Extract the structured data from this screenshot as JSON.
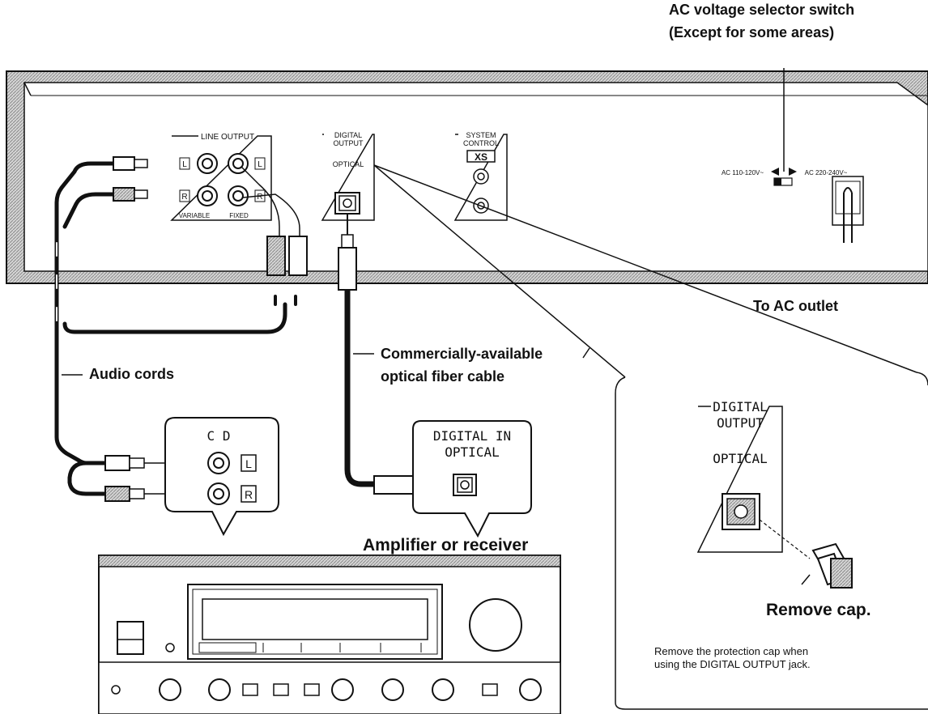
{
  "labels": {
    "ac_selector_title": "AC voltage selector switch",
    "ac_selector_sub": "(Except for some areas)",
    "ac_outlet": "To AC outlet",
    "audio_cords": "Audio cords",
    "fiber_line1": "Commercially-available",
    "fiber_line2": "optical fiber cable",
    "amplifier": "Amplifier or receiver",
    "remove_cap": "Remove cap.",
    "note_line1": "Remove the protection cap when",
    "note_line2": "using the DIGITAL OUTPUT jack."
  },
  "rear_panel": {
    "line_output": "LINE OUTPUT",
    "variable": "VARIABLE",
    "fixed": "FIXED",
    "left": "L",
    "right": "R",
    "digital_output_1": "DIGITAL",
    "digital_output_2": "OUTPUT",
    "optical": "OPTICAL",
    "system_1": "SYSTEM",
    "system_2": "CONTROL",
    "xs": "XS",
    "ac_low": "AC 110-120V~",
    "ac_high": "AC 220-240V~"
  },
  "amp_panel": {
    "cd": "C D",
    "left": "L",
    "right": "R",
    "digital_in_1": "DIGITAL  IN",
    "digital_in_2": "OPTICAL"
  },
  "detail_panel": {
    "digital_1": "DIGITAL",
    "digital_2": "OUTPUT",
    "optical": "OPTICAL"
  }
}
